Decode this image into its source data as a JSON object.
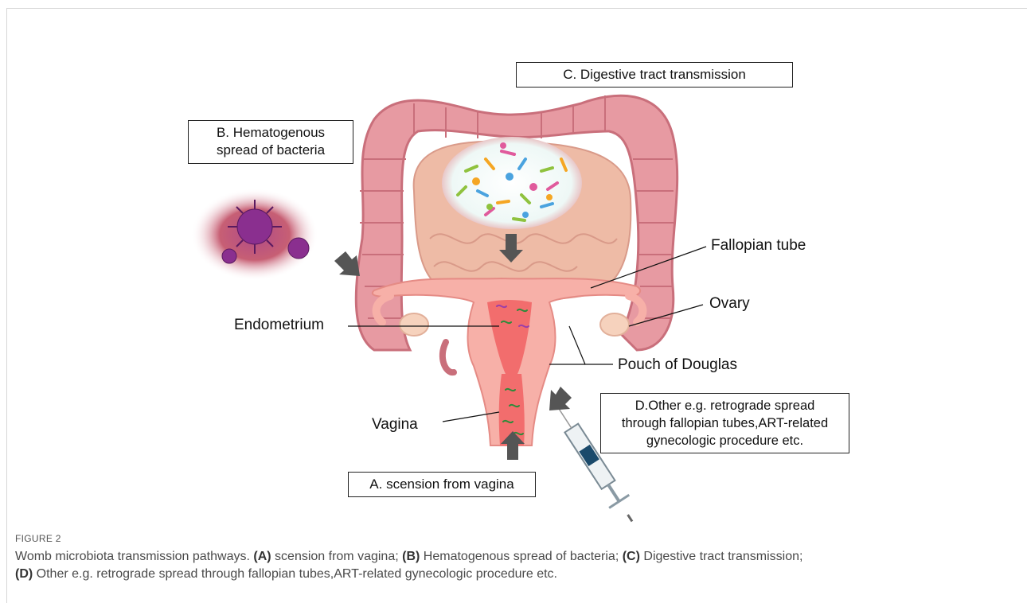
{
  "figure": {
    "boxes": {
      "a": "A. scension from vagina",
      "b_line1": "B. Hematogenous",
      "b_line2": "spread of bacteria",
      "c": "C. Digestive tract transmission",
      "d_line1": "D.Other e.g. retrograde spread",
      "d_line2": "through fallopian tubes,ART-related",
      "d_line3": "gynecologic procedure etc."
    },
    "labels": {
      "fallopian": "Fallopian tube",
      "ovary": "Ovary",
      "endometrium": "Endometrium",
      "douglas": "Pouch of Douglas",
      "vagina": "Vagina"
    },
    "colors": {
      "intestine": "#e79aa2",
      "intestine_dark": "#c96f7b",
      "uterus": "#f7b0a8",
      "uterus_inner": "#f26d6d",
      "arrow": "#555555"
    }
  },
  "caption": {
    "heading": "FIGURE 2",
    "intro": "Womb microbiota transmission pathways. ",
    "items": [
      {
        "key": "(A)",
        "text": " scension from vagina; "
      },
      {
        "key": "(B)",
        "text": " Hematogenous spread of bacteria; "
      },
      {
        "key": "(C)",
        "text": " Digestive tract transmission;"
      },
      {
        "key": "(D)",
        "text": " Other e.g. retrograde spread through fallopian tubes,ART-related gynecologic procedure etc."
      }
    ]
  }
}
